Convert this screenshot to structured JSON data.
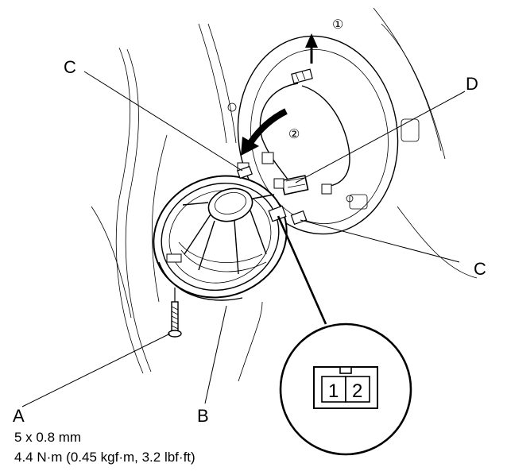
{
  "callouts": {
    "a": "A",
    "b": "B",
    "c_top": "C",
    "c_right": "C",
    "d": "D"
  },
  "spec": {
    "line1": "5 x 0.8 mm",
    "line2": "4.4 N·m (0.45 kgf·m, 3.2 lbf·ft)"
  },
  "steps": {
    "step1": "①",
    "step2": "②"
  },
  "connector": {
    "pin1": "1",
    "pin2": "2"
  }
}
